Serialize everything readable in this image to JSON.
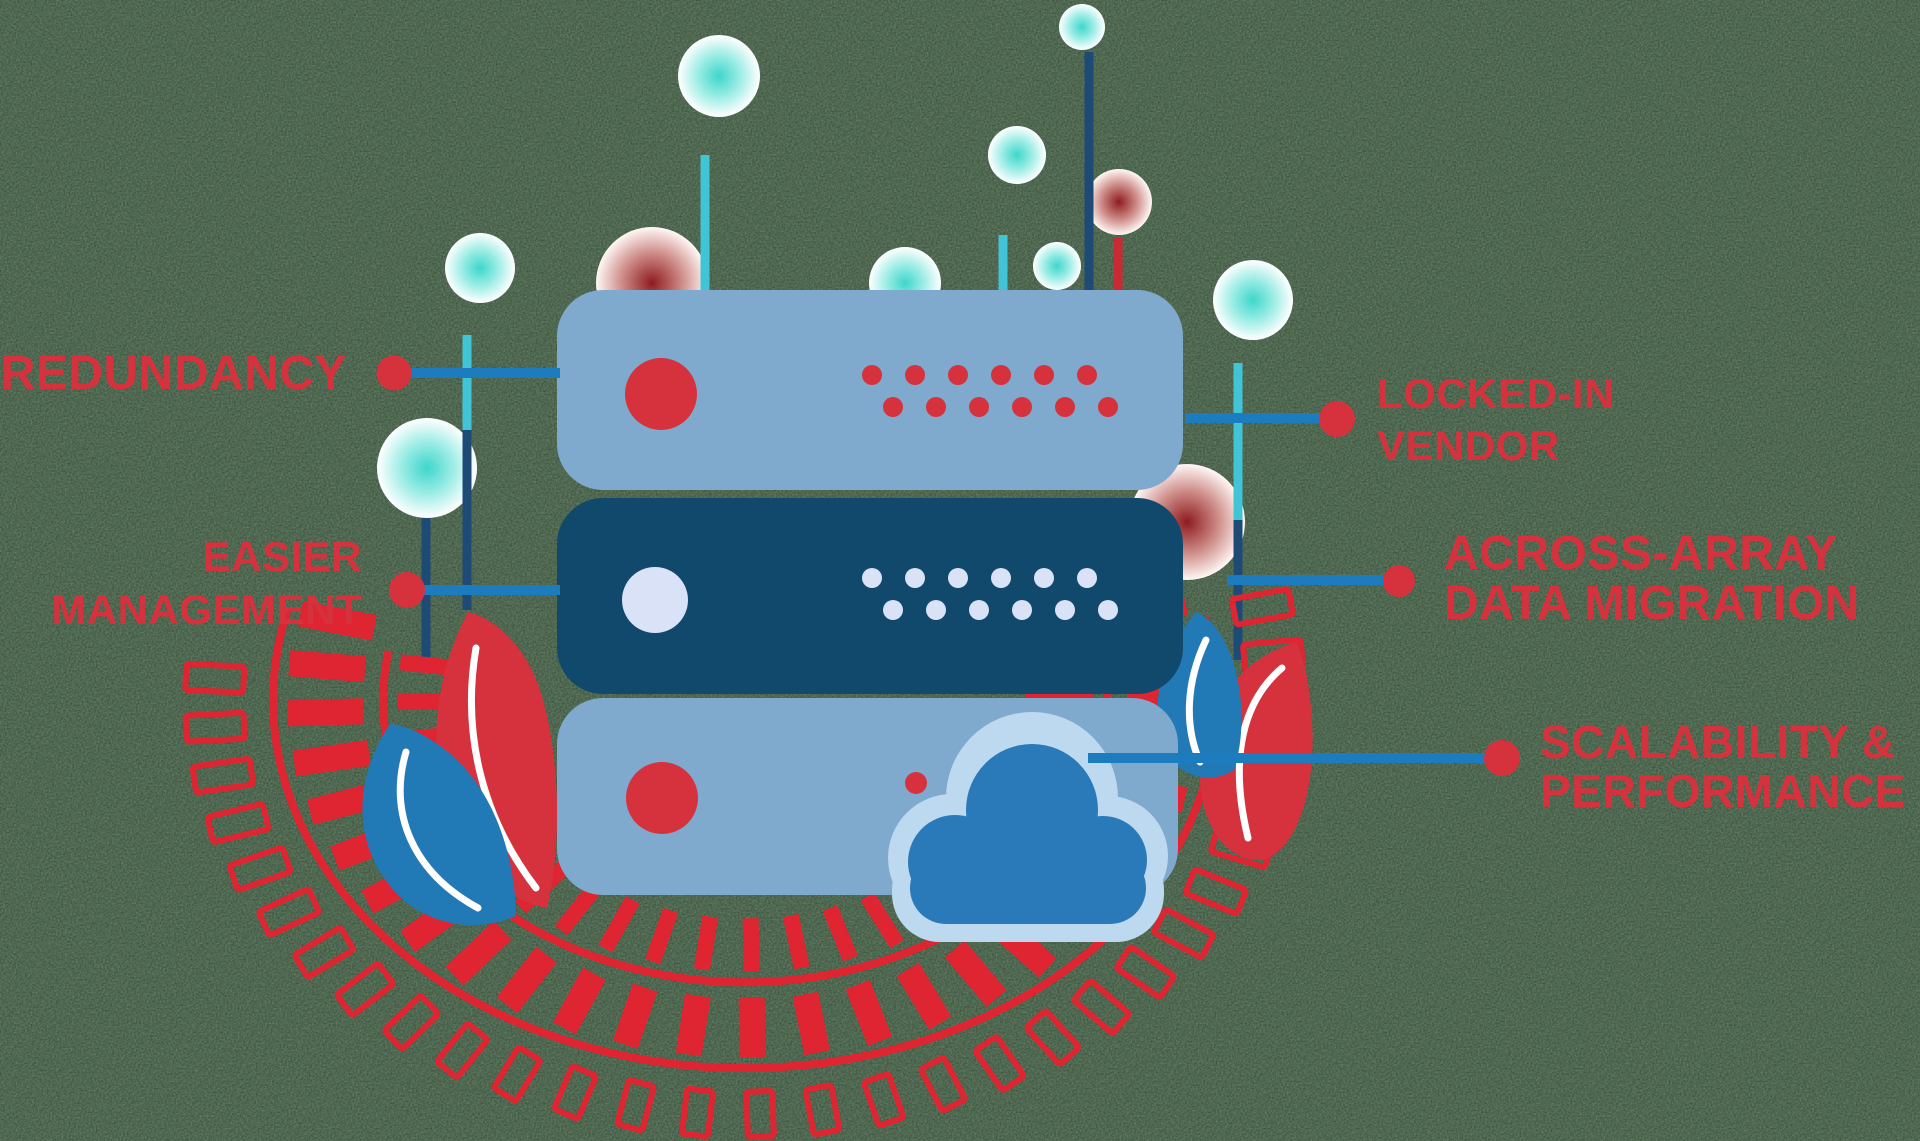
{
  "figure": {
    "type": "infographic-diagram",
    "subject": "storage-array-server-stack"
  },
  "labels": {
    "redundancy": {
      "text": "REDUNDANCY"
    },
    "easier_management": {
      "line1": "EASIER",
      "line2": "MANAGEMENT"
    },
    "locked_in_vendor": {
      "line1": "LOCKED-IN",
      "line2": "VENDOR"
    },
    "across_array_data_migration": {
      "line1": "ACROSS-ARRAY",
      "line2": "DATA MIGRATION"
    },
    "scalability_performance": {
      "line1": "SCALABILITY &",
      "line2": "PERFORMANCE"
    }
  },
  "icons": [
    "server-stack-icon",
    "cloud-icon",
    "sunburst-ring-icon",
    "leaf-icon",
    "bubble-icon"
  ],
  "colors": {
    "background": "#5e7b60",
    "label_red": "#d5323e",
    "accent_red": "#d5323e",
    "sunburst_red": "#de2531",
    "connector_blue": "#1c7cbe",
    "teal_line": "#41c4d5",
    "navy_line": "#1d4b76",
    "red_line": "#c92b35",
    "server_light_blue": "#7fa9cd",
    "server_dark_blue": "#11496d",
    "vent_dot_light": "#d9e2f6",
    "cloud_blue": "#2a79b8",
    "cloud_outline": "#bcd9f0",
    "bubble_teal_core": "#3fd6cb",
    "bubble_red_core": "#8e1b1f",
    "leaf_red": "#d5323e",
    "leaf_blue": "#2179b5",
    "vein_white": "#ffffff"
  }
}
